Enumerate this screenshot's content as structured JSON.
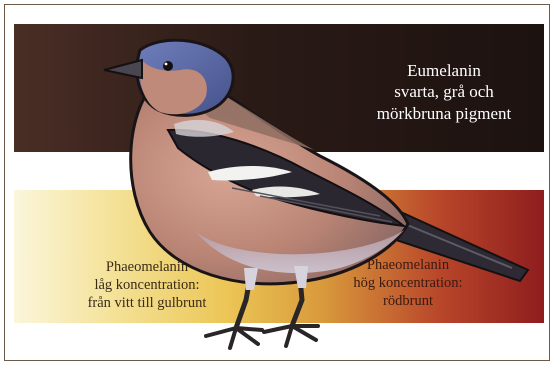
{
  "eumelanin": {
    "lines": [
      "Eumelanin",
      "svarta, grå och",
      "mörkbruna pigment"
    ]
  },
  "phaeomelanin_low": {
    "lines": [
      "Phaeomelanin",
      "låg koncentration:",
      "från vitt till gulbrunt"
    ]
  },
  "phaeomelanin_high": {
    "lines": [
      "Phaeomelanin",
      "hög koncentration:",
      "rödbrunt"
    ]
  },
  "colors": {
    "dark_band": "#1c1210",
    "light_band_start": "#fbf6dc",
    "light_band_end": "#8e1d1e",
    "bird_head": "#5a6aa6",
    "bird_breast": "#c08a7a"
  }
}
